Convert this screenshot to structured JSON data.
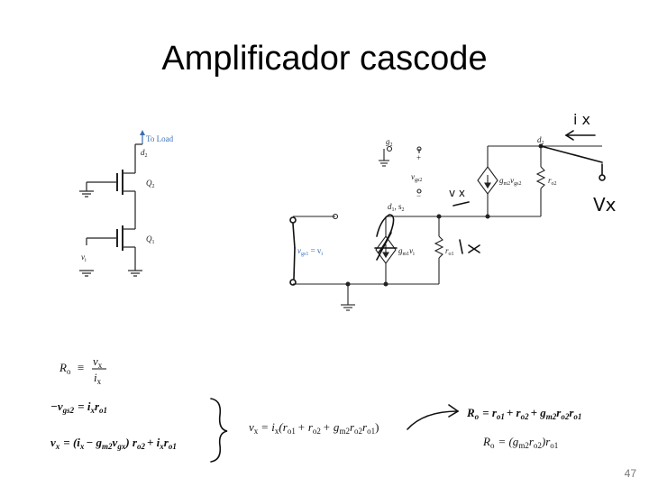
{
  "slide": {
    "title": "Amplificador cascode",
    "page_number": "47"
  },
  "left_circuit": {
    "load_label": "To Load",
    "d2_label": "d",
    "d2_sub": "2",
    "q2_label": "Q",
    "q2_sub": "2",
    "q1_label": "Q",
    "q1_sub": "1",
    "vi_label": "v",
    "vi_sub": "i"
  },
  "small_signal": {
    "g2_label": "g",
    "g2_sub": "2",
    "vgs2_label": "v",
    "vgs2_sub": "gs2",
    "plus_sign": "+",
    "minus_sign": "−",
    "d1s2_label": "d",
    "d1s2_sub": "1",
    "d1s2_extra": ", s",
    "d1s2_extra_sub": "2",
    "d2_label": "d",
    "d2_sub": "2",
    "gm2_label": "g",
    "gm2_sub": "m2",
    "gm2_v": "v",
    "gm2_v_sub": "gs2",
    "ro2_label": "r",
    "ro2_sub": "o2",
    "gm1_label": "g",
    "gm1_sub": "m1",
    "gm1_v": "v",
    "gm1_v_sub": "i",
    "ro1_label": "r",
    "ro1_sub": "o1",
    "vgs1_label": "v",
    "vgs1_sub": "gs1",
    "vgs1_eq": " = v",
    "vgs1_eq_sub": "i"
  },
  "handwritten": {
    "ix_top": "i x",
    "vx_right": "Vx",
    "vx_mid": "v x",
    "ix_mid": "i x",
    "zero_note": "0"
  },
  "equations": {
    "ro_def_lhs": "R",
    "ro_def_lhs_sub": "o",
    "ro_def_eq": "≡",
    "ro_def_num": "v",
    "ro_def_num_sub": "x",
    "ro_def_den": "i",
    "ro_def_den_sub": "x",
    "vgs2_eq": "−v",
    "vgs2_eq_sub": "gs2",
    "vgs2_eq_rhs": "= i",
    "vgs2_eq_rhs_sub": "x",
    "vgs2_eq_rhs2": "r",
    "vgs2_eq_rhs2_sub": "o1",
    "vx_eq1": "v",
    "vx_eq1_sub": "x",
    "vx_eq1_rhs": "= (i",
    "vx_eq1_rhs_sub": "x",
    "vx_eq1_mid": "− g",
    "vx_eq1_mid_sub": "m2",
    "vx_eq1_mid2": "v",
    "vx_eq1_mid2_sub": "gx",
    "vx_eq1_tail": ") r",
    "vx_eq1_tail_sub": "o2",
    "vx_eq1_tail2": "+ i",
    "vx_eq1_tail2_sub": "x",
    "vx_eq1_tail3": "r",
    "vx_eq1_tail3_sub": "o1",
    "vx_eq2": "v",
    "vx_eq2_sub": "x",
    "vx_eq2_rhs": "= i",
    "vx_eq2_rhs_sub": "x",
    "vx_eq2_paren": "(r",
    "vx_eq2_paren_sub": "o1",
    "vx_eq2_p2": "+ r",
    "vx_eq2_p2_sub": "o2",
    "vx_eq2_p3": "+ g",
    "vx_eq2_p3_sub": "m2",
    "vx_eq2_p4": "r",
    "vx_eq2_p4_sub": "o2",
    "vx_eq2_p5": "r",
    "vx_eq2_p5_sub": "o1",
    "vx_eq2_close": ")",
    "ro_res1": "R",
    "ro_res1_sub": "o",
    "ro_res1_rhs": "= r",
    "ro_res1_rhs_sub": "o1",
    "ro_res1_p2": "+ r",
    "ro_res1_p2_sub": "o2",
    "ro_res1_p3": "+ g",
    "ro_res1_p3_sub": "m2",
    "ro_res1_p4": "r",
    "ro_res1_p4_sub": "o2",
    "ro_res1_p5": "r",
    "ro_res1_p5_sub": "o1",
    "ro_res2": "R",
    "ro_res2_sub": "o",
    "ro_res2_rhs": "= (g",
    "ro_res2_rhs_sub": "m2",
    "ro_res2_p2": "r",
    "ro_res2_p2_sub": "o2",
    "ro_res2_p3": ")r",
    "ro_res2_p3_sub": "o1"
  }
}
